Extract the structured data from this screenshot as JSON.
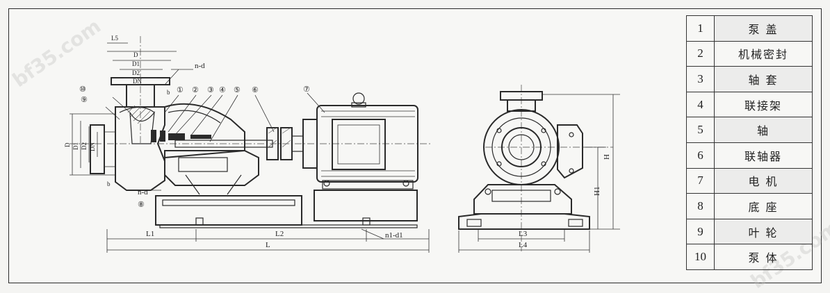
{
  "dimensions": {
    "L5": "L5",
    "D": "D",
    "D1": "D1",
    "D2": "D2",
    "DN": "DN",
    "n_d": "n-d",
    "b": "b",
    "L1": "L1",
    "L2": "L2",
    "L": "L",
    "n1_d1": "n1-d1",
    "L3": "L3",
    "L4": "L4",
    "H": "H",
    "H1": "H1"
  },
  "callouts": [
    "①",
    "②",
    "③",
    "④",
    "⑤",
    "⑥",
    "⑦",
    "⑧",
    "⑨",
    "⑩"
  ],
  "parts": [
    {
      "no": "1",
      "name": "泵 盖"
    },
    {
      "no": "2",
      "name": "机械密封"
    },
    {
      "no": "3",
      "name": "轴 套"
    },
    {
      "no": "4",
      "name": "联接架"
    },
    {
      "no": "5",
      "name": "轴"
    },
    {
      "no": "6",
      "name": "联轴器"
    },
    {
      "no": "7",
      "name": "电 机"
    },
    {
      "no": "8",
      "name": "底 座"
    },
    {
      "no": "9",
      "name": "叶 轮"
    },
    {
      "no": "10",
      "name": "泵 体"
    }
  ],
  "watermarks": [
    "bf35.com",
    "bf35.com"
  ]
}
